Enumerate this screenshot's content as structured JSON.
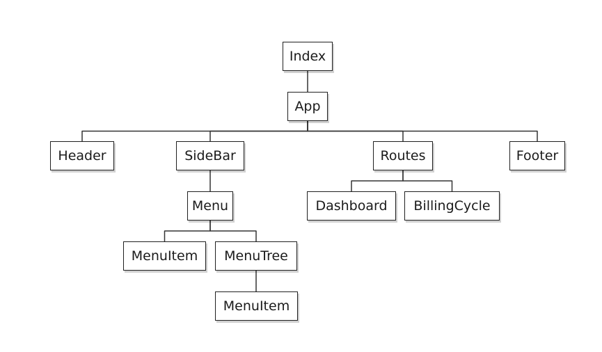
{
  "diagram": {
    "nodes": [
      {
        "id": "index",
        "label": "Index"
      },
      {
        "id": "app",
        "label": "App"
      },
      {
        "id": "header",
        "label": "Header"
      },
      {
        "id": "sidebar",
        "label": "SideBar"
      },
      {
        "id": "routes",
        "label": "Routes"
      },
      {
        "id": "footer",
        "label": "Footer"
      },
      {
        "id": "menu",
        "label": "Menu"
      },
      {
        "id": "dashboard",
        "label": "Dashboard"
      },
      {
        "id": "billingcycle",
        "label": "BillingCycle"
      },
      {
        "id": "menuitem-1",
        "label": "MenuItem"
      },
      {
        "id": "menutree",
        "label": "MenuTree"
      },
      {
        "id": "menuitem-2",
        "label": "MenuItem"
      }
    ],
    "edges": [
      {
        "from": "index",
        "to": "app"
      },
      {
        "from": "app",
        "to": "header"
      },
      {
        "from": "app",
        "to": "sidebar"
      },
      {
        "from": "app",
        "to": "routes"
      },
      {
        "from": "app",
        "to": "footer"
      },
      {
        "from": "sidebar",
        "to": "menu"
      },
      {
        "from": "routes",
        "to": "dashboard"
      },
      {
        "from": "routes",
        "to": "billingcycle"
      },
      {
        "from": "menu",
        "to": "menuitem-1"
      },
      {
        "from": "menu",
        "to": "menutree"
      },
      {
        "from": "menutree",
        "to": "menuitem-2"
      }
    ]
  }
}
